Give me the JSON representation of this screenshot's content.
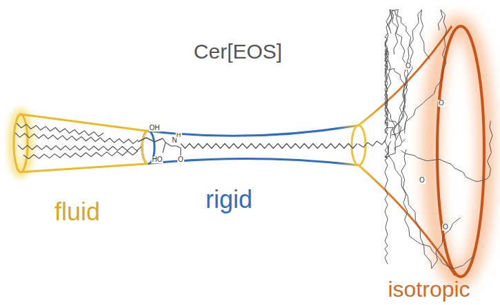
{
  "diagram": {
    "title": "Cer[EOS]",
    "labels": [
      "fluid",
      "rigid",
      "isotropic",
      "OH",
      "HO",
      "N",
      "H",
      "O",
      "O",
      "O",
      "O",
      "O"
    ]
  }
}
